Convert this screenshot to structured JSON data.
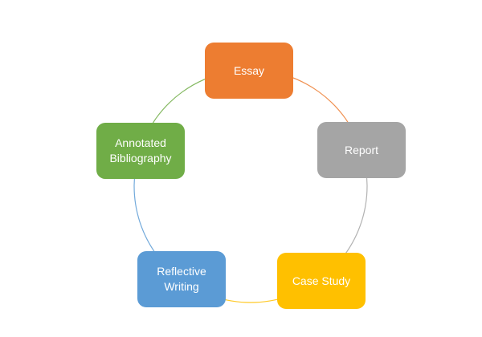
{
  "diagram": {
    "type": "cycle",
    "background": "#ffffff",
    "text_color": "#ffffff",
    "nodes": [
      {
        "id": "essay",
        "label": "Essay",
        "color": "#ED7D31"
      },
      {
        "id": "report",
        "label": "Report",
        "color": "#A5A5A5"
      },
      {
        "id": "case-study",
        "label": "Case Study",
        "color": "#FFC000"
      },
      {
        "id": "reflective-writing",
        "label": "Reflective Writing",
        "color": "#5B9BD5"
      },
      {
        "id": "annotated-bibliography",
        "label": "Annotated Bibliography",
        "color": "#70AD47"
      }
    ],
    "ring_segment_colors": [
      "#ED7D31",
      "#A5A5A5",
      "#FFC000",
      "#5B9BD5",
      "#70AD47"
    ]
  }
}
